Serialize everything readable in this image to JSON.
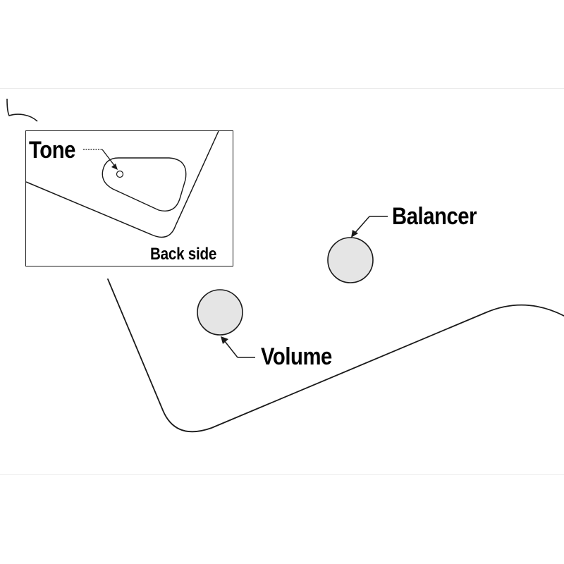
{
  "labels": {
    "tone": "Tone",
    "back_side": "Back side",
    "balancer": "Balancer",
    "volume": "Volume"
  },
  "colors": {
    "knob_fill": "#e5e5e5",
    "outline": "#1a1a1a",
    "background": "#ffffff"
  }
}
